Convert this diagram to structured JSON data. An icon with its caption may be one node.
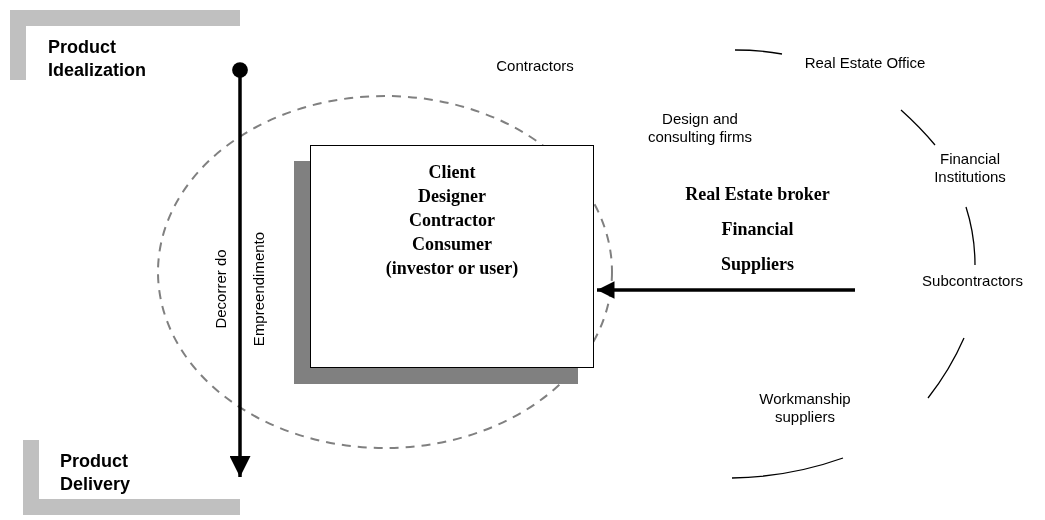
{
  "diagram": {
    "nodes": [
      {
        "text": [
          "Product Idealization"
        ]
      },
      {
        "text": [
          "Product Delivery"
        ]
      },
      {
        "text": [
          "Client",
          "Designer",
          "Contractor",
          "Consumer",
          "(investor or user)"
        ]
      }
    ],
    "edges": [
      {
        "from": 0,
        "to": 1,
        "arrow": "to",
        "label": "Decorrer do Empreendimento"
      },
      {
        "from": null,
        "to": 2,
        "arrow": "to"
      }
    ],
    "labels": [
      "Contractors",
      "Real Estate Office",
      "Design and consulting firms",
      "Financial Institutions",
      "Real Estate broker",
      "Financial",
      "Suppliers",
      "Subcontractors",
      "Workmanship suppliers"
    ]
  }
}
